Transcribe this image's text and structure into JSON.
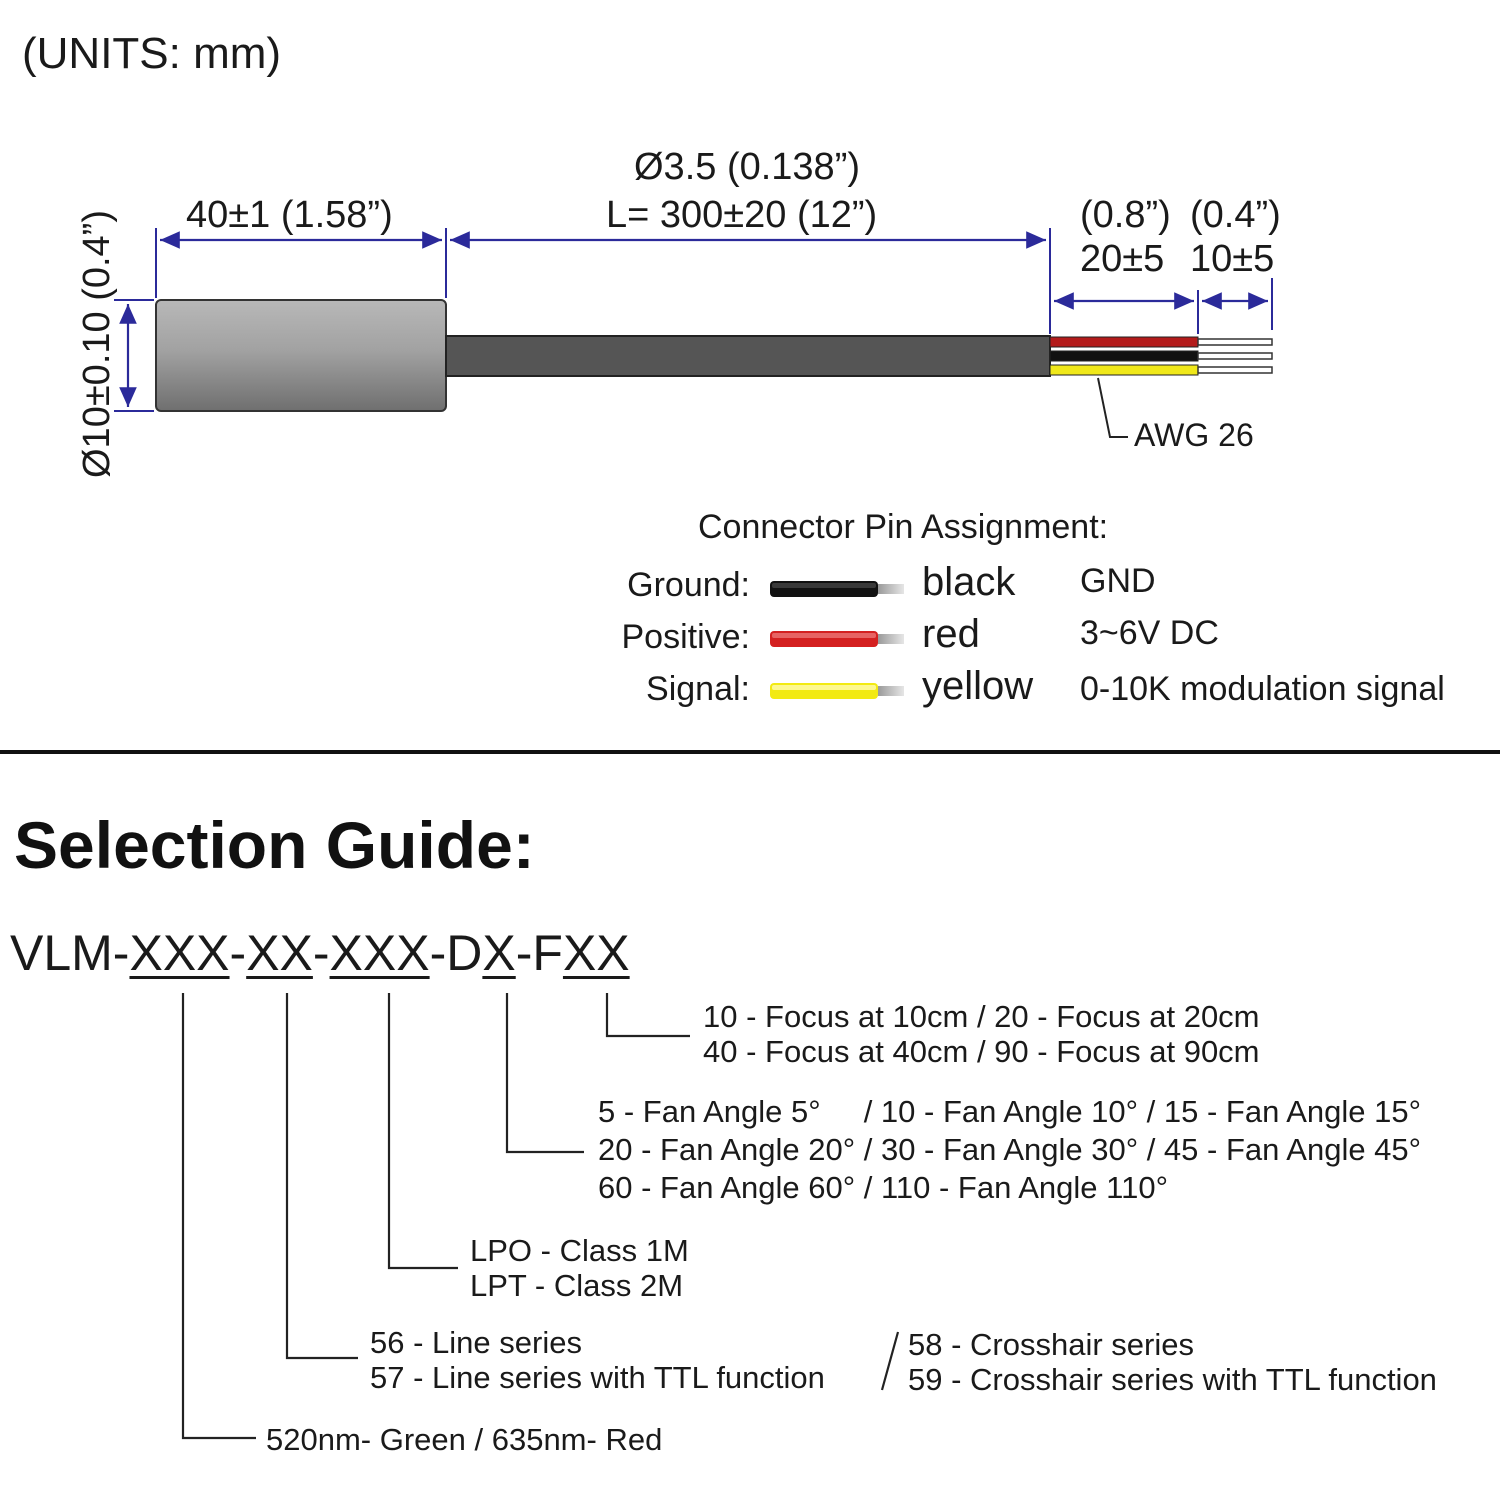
{
  "units": "(UNITS: mm)",
  "dimensions": {
    "body_length": "40±1 (1.58”)",
    "cable_diameter": "Ø3.5 (0.138”)",
    "cable_length": "L= 300±20 (12”)",
    "strip_in": "(0.8”)",
    "strip_out": "(0.4”)",
    "strip_mm": "20±5",
    "strip_end_mm": "10±5",
    "body_diameter_mm": "Ø10±0.10",
    "body_diameter_in": "(0.4”)",
    "wire_gauge": "AWG 26"
  },
  "pin_assignment": {
    "title": "Connector Pin Assignment:",
    "rows": [
      {
        "label": "Ground:",
        "color_name": "black",
        "value": "GND",
        "wire_color": "#111111"
      },
      {
        "label": "Positive:",
        "color_name": "red",
        "value": "3~6V DC",
        "wire_color": "#d42020"
      },
      {
        "label": "Signal:",
        "color_name": "yellow",
        "value": "0-10K modulation signal",
        "wire_color": "#f2ea12"
      }
    ]
  },
  "selection_guide": {
    "title": "Selection Guide:",
    "code_parts": [
      "VLM-",
      "XXX",
      "-",
      "XX",
      "-",
      "XXX",
      "-D",
      "X",
      "-F",
      "XX"
    ],
    "focus": [
      "10 - Focus at 10cm / 20 - Focus at 20cm",
      "40 - Focus at 40cm / 90 - Focus at 90cm"
    ],
    "fan_angle": [
      "5 - Fan Angle 5°     / 10 - Fan Angle 10° / 15 - Fan Angle 15°",
      "20 - Fan Angle 20° / 30 - Fan Angle 30° / 45 - Fan Angle 45°",
      "60 - Fan Angle 60° / 110 - Fan Angle 110°"
    ],
    "laser_class": [
      "LPO - Class 1M",
      "LPT - Class 2M"
    ],
    "series_left": [
      "56 - Line series",
      "57 - Line series with TTL function"
    ],
    "series_right": [
      "58 - Crosshair series",
      "59 - Crosshair series with TTL function"
    ],
    "wavelength": "520nm- Green / 635nm- Red"
  },
  "colors": {
    "dimension_line": "#2b2a9a",
    "cable": "#555555",
    "body": "#9a9a9a"
  }
}
